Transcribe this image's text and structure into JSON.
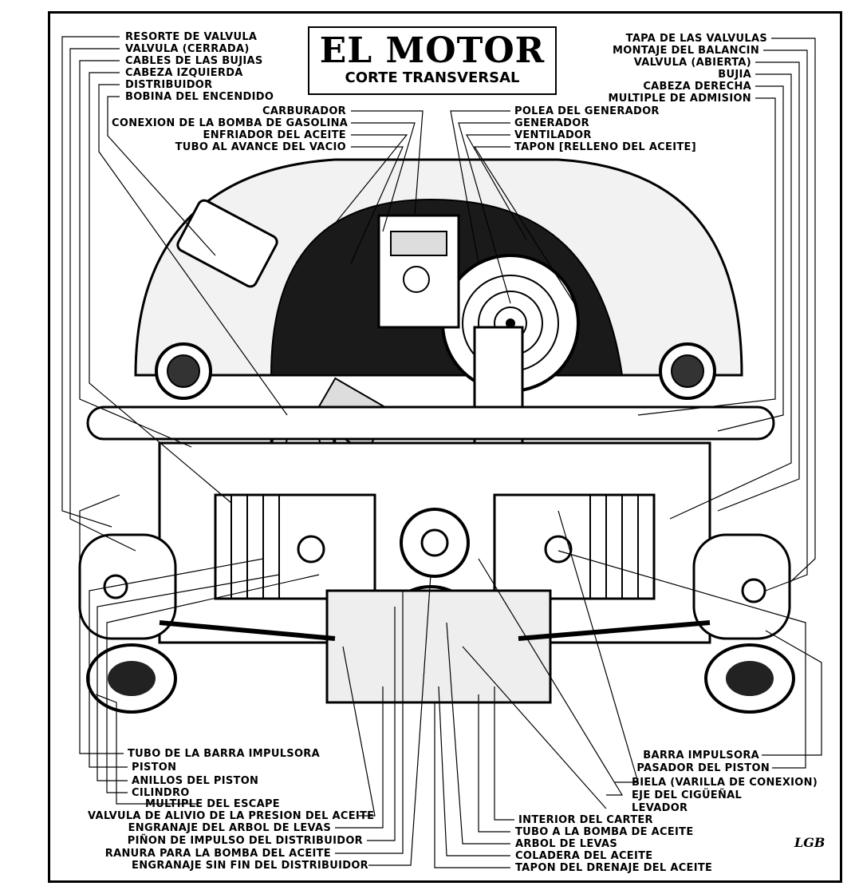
{
  "title": {
    "main": "EL MOTOR",
    "sub": "CORTE TRANSVERSAL"
  },
  "labels_top_left": [
    "RESORTE DE VALVULA",
    "VALVULA (CERRADA)",
    "CABLES DE LAS BUJIAS",
    "CABEZA IZQUIERDA",
    "DISTRIBUIDOR",
    "BOBINA DEL ENCENDIDO"
  ],
  "labels_top_center_left": [
    "CARBURADOR",
    "CONEXION DE LA BOMBA DE GASOLINA",
    "ENFRIADOR DEL ACEITE",
    "TUBO AL AVANCE DEL VACIO"
  ],
  "labels_top_right": [
    "TAPA DE LAS VALVULAS",
    "MONTAJE DEL BALANCIN",
    "VALVULA (ABIERTA)",
    "BUJIA",
    "CABEZA DERECHA",
    "MULTIPLE DE ADMISION"
  ],
  "labels_top_center_right": [
    "POLEA DEL GENERADOR",
    "GENERADOR",
    "VENTILADOR",
    "TAPON [RELLENO DEL ACEITE]"
  ],
  "labels_bottom_left": [
    "TUBO DE LA BARRA IMPULSORA",
    "PISTON",
    "ANILLOS DEL PISTON",
    "CILINDRO",
    "MULTIPLE DEL ESCAPE",
    "VALVULA DE ALIVIO DE LA PRESION DEL ACEITE",
    "ENGRANAJE DEL ARBOL DE LEVAS",
    "PIÑON DE IMPULSO DEL DISTRIBUIDOR",
    "RANURA PARA LA BOMBA DEL ACEITE",
    "ENGRANAJE SIN FIN DEL DISTRIBUIDOR"
  ],
  "labels_bottom_right": [
    "BARRA IMPULSORA",
    "PASADOR DEL PISTON",
    "BIELA (VARILLA DE CONEXION)",
    "EJE DEL CIGÜEÑAL",
    "LEVADOR"
  ],
  "labels_bottom_center_right": [
    "INTERIOR DEL CARTER",
    "TUBO A LA BOMBA DE ACEITE",
    "ARBOL DE LEVAS",
    "COLADERA DEL ACEITE",
    "TAPON DEL DRENAJE DEL ACEITE"
  ],
  "signature": "LGB"
}
